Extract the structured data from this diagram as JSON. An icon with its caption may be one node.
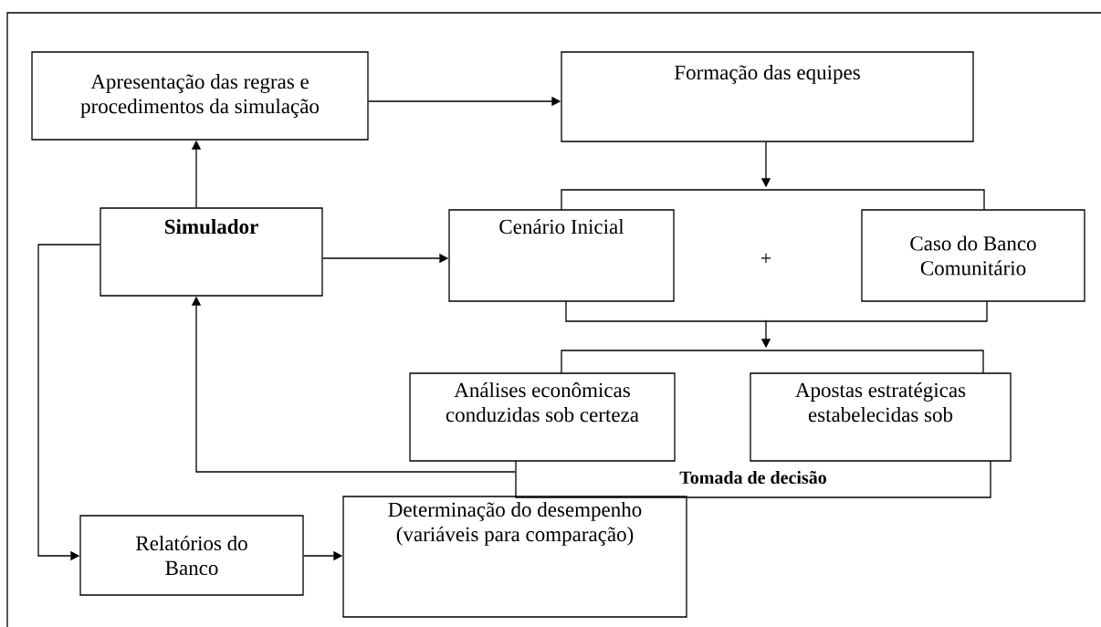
{
  "diagram": {
    "nodes": [
      {
        "text": [
          "Apresentação das regras e procedimentos da simulação"
        ]
      },
      {
        "text": [
          "Formação das equipes"
        ]
      },
      {
        "text": [],
        "shape": "bracket"
      },
      {
        "text": [
          "Simulador"
        ]
      },
      {
        "text": [
          "Cenário Inicial"
        ]
      },
      {
        "text": [
          "Caso do Banco Comunitário"
        ]
      },
      {
        "text": [],
        "shape": "bracket"
      },
      {
        "text": [],
        "shape": "bracket"
      },
      {
        "text": [
          "Análises econômicas conduzidas sob certeza"
        ]
      },
      {
        "text": [
          "Apostas estratégicas estabelecidas sob"
        ]
      },
      {
        "text": [
          "Tomada de decisão"
        ]
      },
      {
        "text": [
          "Relatórios do Banco"
        ]
      },
      {
        "text": [
          "Determinação do desempenho (variáveis para comparação)"
        ]
      }
    ],
    "edges": [
      {
        "from": 3,
        "to": 0,
        "arrow": "to"
      },
      {
        "from": 0,
        "to": 1,
        "arrow": "to"
      },
      {
        "from": 3,
        "to": 4,
        "arrow": "to"
      },
      {
        "from": 1,
        "to": 2,
        "arrow": "to"
      },
      {
        "from": 6,
        "to": 7,
        "arrow": "to"
      },
      {
        "from": 10,
        "to": 3,
        "arrow": "to"
      },
      {
        "from": 3,
        "to": 11,
        "arrow": "to"
      },
      {
        "from": 11,
        "to": 12,
        "arrow": "to"
      }
    ],
    "labels": [
      "+"
    ]
  }
}
